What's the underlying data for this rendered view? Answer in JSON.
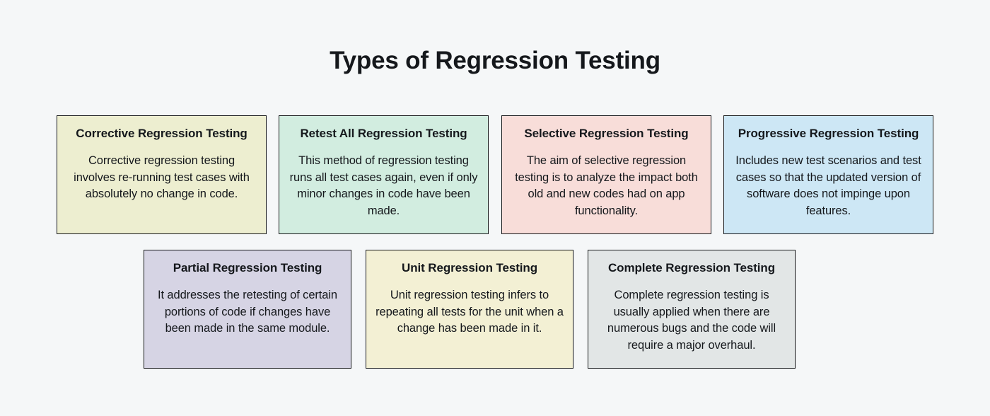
{
  "page": {
    "title": "Types of Regression Testing",
    "background_color": "#F5F7F8",
    "text_color": "#15181C",
    "border_color": "#16181A"
  },
  "cards": {
    "row1": [
      {
        "title": "Corrective Regression Testing",
        "body": "Corrective regression testing involves re-running test cases with absolutely no change in code.",
        "fill_color": "#EDEED0"
      },
      {
        "title": "Retest All Regression Testing",
        "body": "This method of regression testing runs all test cases again, even if only minor changes in code have been made.",
        "fill_color": "#D2EDE0"
      },
      {
        "title": "Selective Regression Testing",
        "body": "The aim of selective regression testing is to analyze the impact both old and new codes had on app functionality.",
        "fill_color": "#F8DDD9"
      },
      {
        "title": "Progressive Regression Testing",
        "body": "Includes new test scenarios and test cases so that the updated version of software does not impinge upon features.",
        "fill_color": "#CDE7F5"
      }
    ],
    "row2": [
      {
        "title": "Partial Regression Testing",
        "body": "It addresses the retesting of certain portions of code if changes have been made in the same module.",
        "fill_color": "#D6D4E4"
      },
      {
        "title": "Unit Regression Testing",
        "body": "Unit regression testing infers to repeating all tests for the unit when a change has been made in it.",
        "fill_color": "#F3F0D4"
      },
      {
        "title": "Complete Regression Testing",
        "body": "Complete regression testing is usually applied when there are numerous bugs and the code will require a major overhaul.",
        "fill_color": "#E2E6E6"
      }
    ]
  }
}
